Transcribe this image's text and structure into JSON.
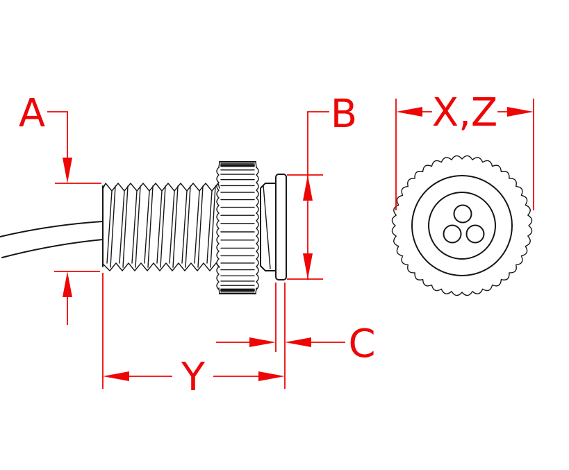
{
  "drawing": {
    "dimension_labels": {
      "a": "A",
      "b": "B",
      "c": "C",
      "y": "Y",
      "xz": "X,Z"
    },
    "front_view": {
      "pin_count": 3
    },
    "colors": {
      "dimension": "#ee0505",
      "outline": "#161616",
      "background": "#ffffff"
    }
  }
}
